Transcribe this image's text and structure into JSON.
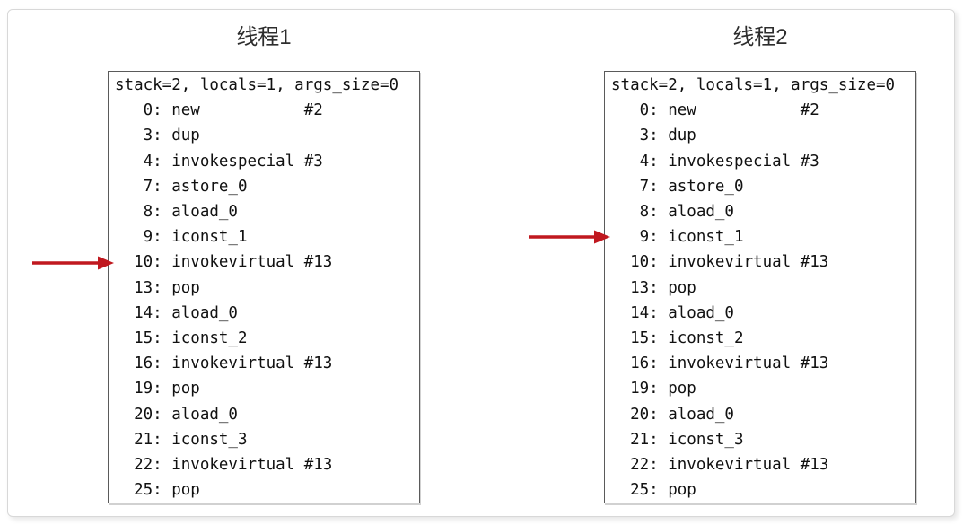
{
  "colors": {
    "arrow": "#c0181f",
    "box_border": "#5a5a5a",
    "card_border": "#d8d8d8",
    "text": "#111111"
  },
  "panels": [
    {
      "title": "线程1",
      "code_lines": [
        "stack=2, locals=1, args_size=0",
        "   0: new           #2",
        "   3: dup",
        "   4: invokespecial #3",
        "   7: astore_0",
        "   8: aload_0",
        "   9: iconst_1",
        "  10: invokevirtual #13",
        "  13: pop",
        "  14: aload_0",
        "  15: iconst_2",
        "  16: invokevirtual #13",
        "  19: pop",
        "  20: aload_0",
        "  21: iconst_3",
        "  22: invokevirtual #13",
        "  25: pop"
      ],
      "arrow": {
        "points_to": "10: invokevirtual #13",
        "line_index": 7
      }
    },
    {
      "title": "线程2",
      "code_lines": [
        "stack=2, locals=1, args_size=0",
        "   0: new           #2",
        "   3: dup",
        "   4: invokespecial #3",
        "   7: astore_0",
        "   8: aload_0",
        "   9: iconst_1",
        "  10: invokevirtual #13",
        "  13: pop",
        "  14: aload_0",
        "  15: iconst_2",
        "  16: invokevirtual #13",
        "  19: pop",
        "  20: aload_0",
        "  21: iconst_3",
        "  22: invokevirtual #13",
        "  25: pop"
      ],
      "arrow": {
        "points_to": "9: iconst_1",
        "line_index": 6
      }
    }
  ]
}
